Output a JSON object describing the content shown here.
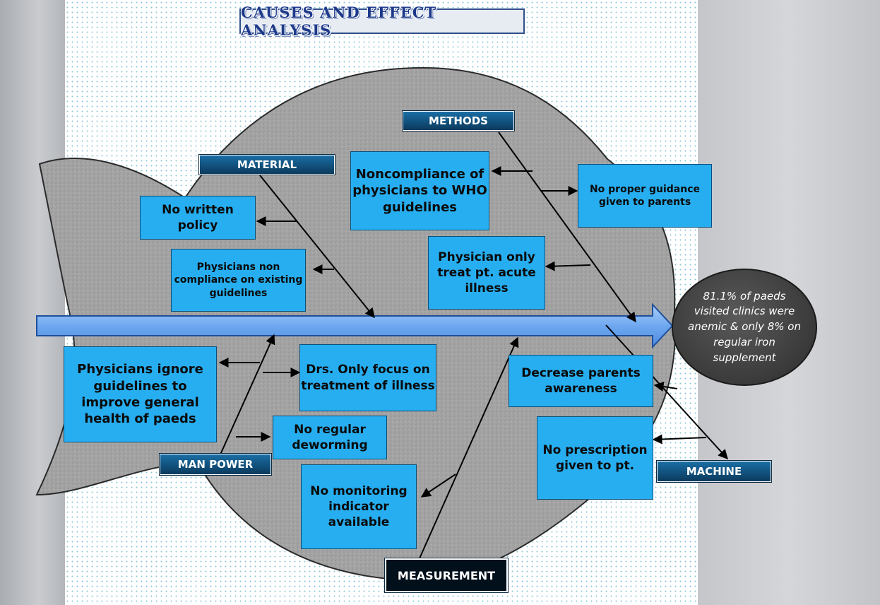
{
  "title": "CAUSES AND EFFECT ANALYSIS",
  "effect": "81.1% of paeds visited clinics were anemic & only 8% on regular iron supplement",
  "categories": {
    "material": "MATERIAL",
    "methods": "METHODS",
    "man_power": "MAN POWER",
    "measurement": "MEASUREMENT",
    "machine": "MACHINE"
  },
  "causes": {
    "no_written_policy": "No written policy",
    "physicians_non_compliance": "Physicians non compliance on existing guidelines",
    "noncompliance_who": "Noncompliance of physicians to WHO guidelines",
    "no_proper_guidance": "No proper guidance given to parents",
    "physician_acute_illness": "Physician only treat pt. acute illness",
    "physicians_ignore": "Physicians ignore guidelines to improve general health of paeds",
    "drs_focus_treatment": "Drs. Only focus on treatment of illness",
    "no_regular_deworming": "No regular deworming",
    "no_monitoring_indicator": "No monitoring indicator available",
    "decrease_parents_awareness": "Decrease parents awareness",
    "no_prescription": "No prescription given to pt."
  },
  "colors": {
    "cause_box": "#27aef0",
    "fish_body": "#a3a3a3",
    "spine": "#6fa8f0",
    "effect_head": "#3a3a3a",
    "label_bg": "#0b3a5c"
  }
}
